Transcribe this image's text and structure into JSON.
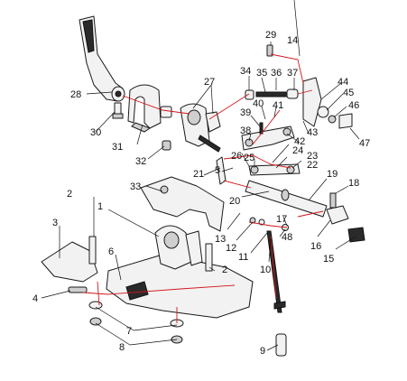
{
  "callouts": [
    "1",
    "2",
    "2",
    "3",
    "4",
    "5",
    "6",
    "7",
    "8",
    "9",
    "10",
    "11",
    "12",
    "13",
    "14",
    "15",
    "16",
    "17",
    "18",
    "19",
    "20",
    "21",
    "22",
    "23",
    "24",
    "25",
    "26",
    "27",
    "28",
    "29",
    "30",
    "31",
    "32",
    "33",
    "34",
    "35",
    "36",
    "37",
    "38",
    "39",
    "40",
    "41",
    "42",
    "43",
    "44",
    "45",
    "46",
    "47",
    "48"
  ],
  "colors": {
    "line": "#111111",
    "assembly_line": "#d2161b",
    "part_fill": "#f2f2f2"
  }
}
